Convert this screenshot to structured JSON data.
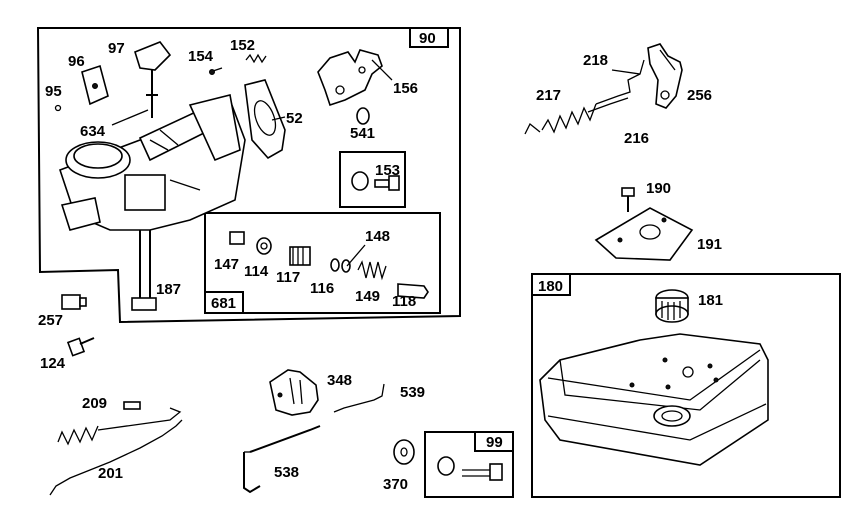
{
  "boxes": {
    "b90": "90",
    "b153": "153",
    "b681": "681",
    "b180": "180",
    "b99": "99"
  },
  "labels": {
    "p96": "96",
    "p97": "97",
    "p154": "154",
    "p152": "152",
    "p156": "156",
    "p95": "95",
    "p634": "634",
    "p52": "52",
    "p541": "541",
    "p153": "153",
    "p147": "147",
    "p114": "114",
    "p117": "117",
    "p116": "116",
    "p148": "148",
    "p149": "149",
    "p118": "118",
    "p187": "187",
    "p257": "257",
    "p124": "124",
    "p217": "217",
    "p218": "218",
    "p256": "256",
    "p216": "216",
    "p190": "190",
    "p191": "191",
    "p181": "181",
    "p209": "209",
    "p201": "201",
    "p348": "348",
    "p539": "539",
    "p538": "538",
    "p370": "370",
    "p99": "99"
  }
}
